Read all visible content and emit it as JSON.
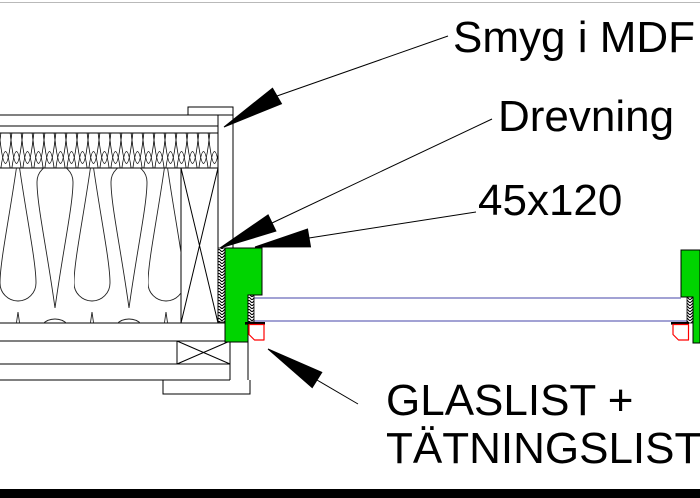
{
  "drawing": {
    "type": "cad-window-jamb-detail-section",
    "labels": {
      "smyg_mdf": "Smyg i MDF",
      "drevning": "Drevning",
      "frame_dimension": "45x120",
      "glaslist_line1": "GLASLIST +",
      "glaslist_line2": "TÄTNINGSLIST"
    },
    "colors": {
      "frame_green": "#00d400",
      "glass_outline_blue": "#8383c6",
      "glazing_bead_red": "#ff0000",
      "line_black": "#000000",
      "background_white": "#ffffff"
    }
  }
}
